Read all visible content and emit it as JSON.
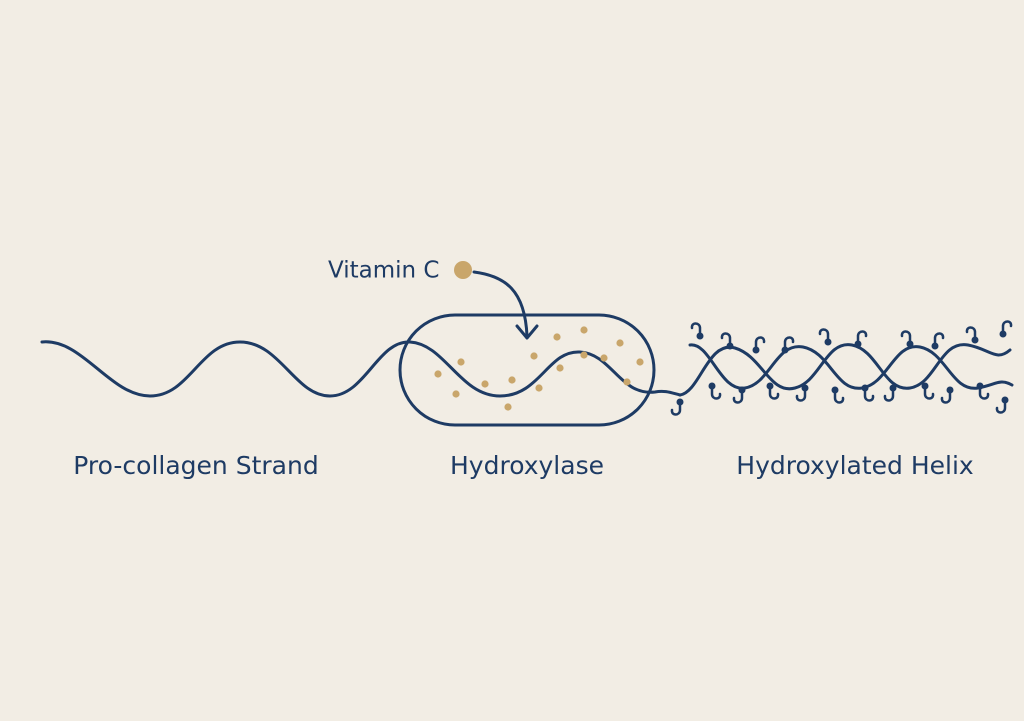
{
  "labels": {
    "vitamin_c": "Vitamin C",
    "procollagen": "Pro-collagen Strand",
    "hydroxylase": "Hydroxylase",
    "helix": "Hydroxylated Helix"
  },
  "icons": {
    "vitamin_c": "vitamin-c-dot-icon"
  },
  "colors": {
    "background": "#f2ede4",
    "strand": "#1e3b64",
    "vitamin_c": "#c9a66b",
    "text": "#1e3b64"
  }
}
